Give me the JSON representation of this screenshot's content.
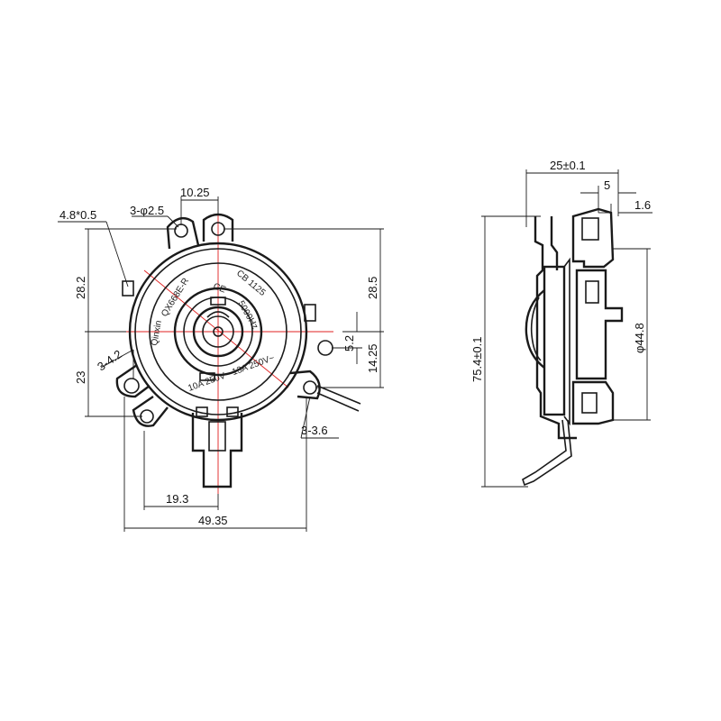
{
  "front_view": {
    "dimensions": {
      "d_10_25": "10.25",
      "d_3_d2_5": "3-φ2.5",
      "d_4_8x0_5": "4.8*0.5",
      "d_28_2": "28.2",
      "d_28_5": "28.5",
      "d_5_2": "5.2",
      "d_14_25": "14.25",
      "d_3_4_2": "3-4.2",
      "d_23": "23",
      "d_3_3_6": "3-3.6",
      "d_19_3": "19.3",
      "d_49_35": "49.35"
    },
    "body_markings": {
      "model": "QX668E-R",
      "cb": "CB 1125",
      "temp": "5000Hz",
      "rating": "10A 250V~ 13A 250V~",
      "ce": "CE",
      "brand": "Qinxin"
    }
  },
  "side_view": {
    "dimensions": {
      "d_25": "25±0.1",
      "d_5": "5",
      "d_1_6": "1.6",
      "d_75_4": "75.4±0.1",
      "d_44_8": "φ44.8"
    }
  },
  "colors": {
    "line": "#1a1a1a",
    "centerline": "#e02020",
    "background": "#ffffff"
  }
}
